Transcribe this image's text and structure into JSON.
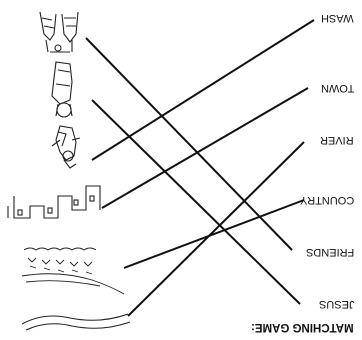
{
  "worksheet": {
    "title": "MATCHING GAME:",
    "words": [
      "WASH",
      "TOWN",
      "RIVER",
      "COUNTRY",
      "FRIENDS",
      "JESUS"
    ],
    "pictures": [
      "wash-picture-icon",
      "jesus-picture-icon",
      "friends-picture-icon",
      "town-picture-icon",
      "country-picture-icon",
      "river-picture-icon"
    ],
    "matches": [
      {
        "picture": 0,
        "word": 4
      },
      {
        "picture": 1,
        "word": 5
      },
      {
        "picture": 2,
        "word": 0
      },
      {
        "picture": 3,
        "word": 1
      },
      {
        "picture": 4,
        "word": 3
      },
      {
        "picture": 5,
        "word": 2
      }
    ]
  }
}
